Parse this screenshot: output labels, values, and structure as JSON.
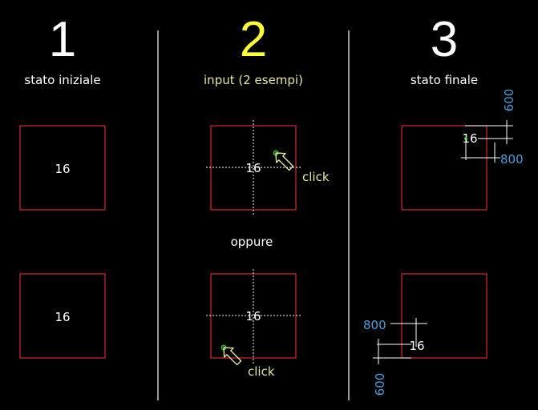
{
  "colors": {
    "background": "#000000",
    "white": "#ffffff",
    "yellow": "#ffff33",
    "label_yellow": "#e6e6a0",
    "box_red": "#d42a2a",
    "dim_blue": "#4a9fd8",
    "pick_green": "#33cc33"
  },
  "columns": [
    {
      "number": "1",
      "title": "stato iniziale"
    },
    {
      "number": "2",
      "title": "input (2 esempi)"
    },
    {
      "number": "3",
      "title": "stato finale"
    }
  ],
  "box_value": "16",
  "click_label": "click",
  "separator_label": "oppure",
  "dimensions": {
    "horizontal": "800",
    "vertical": "600"
  }
}
